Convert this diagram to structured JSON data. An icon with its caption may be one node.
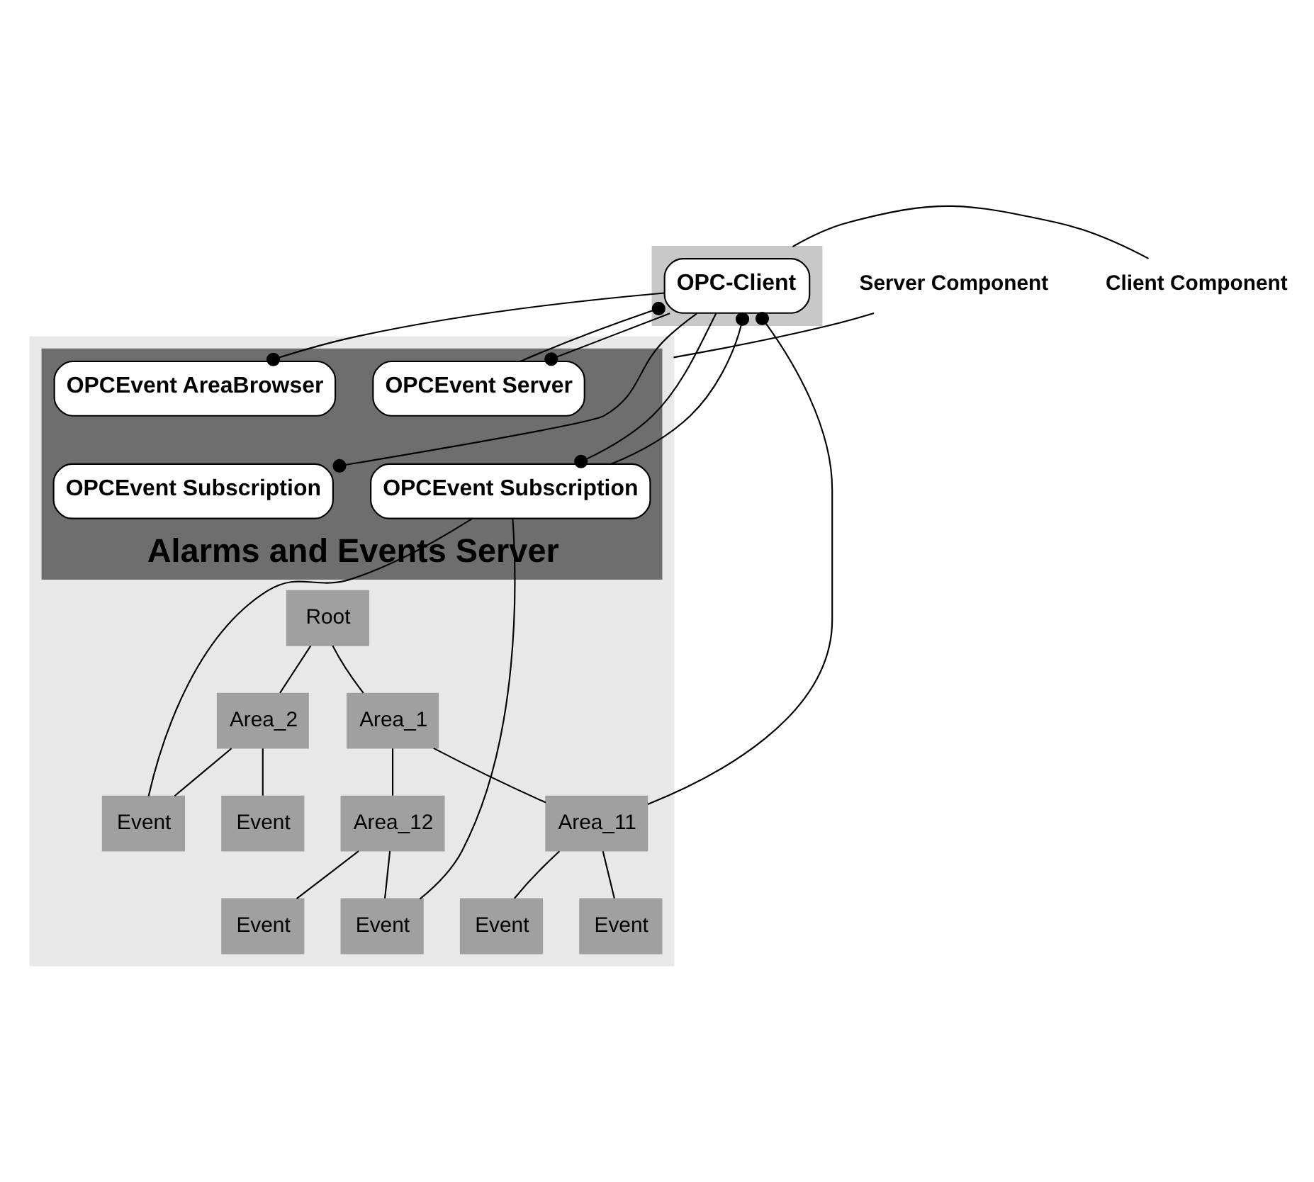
{
  "diagram": {
    "nodes": [
      {
        "text": [],
        "shape": "box"
      },
      {
        "text": [
          "OPC-Client"
        ],
        "in": 0
      },
      {
        "text": [],
        "shape": "box"
      },
      {
        "text": [
          "Alarms and Events Server"
        ],
        "in": 2
      },
      {
        "text": [
          "OPCEvent Server"
        ],
        "in": 3
      },
      {
        "text": [
          "OPCEvent AreaBrowser"
        ],
        "in": 3
      },
      {
        "text": [
          "OPCEvent Subscription"
        ],
        "in": 3
      },
      {
        "text": [
          "OPCEvent Subscription"
        ],
        "in": 3
      },
      {
        "text": [
          "Root"
        ],
        "in": 2
      },
      {
        "text": [
          "Area_1"
        ],
        "in": 2
      },
      {
        "text": [
          "Area_2"
        ],
        "in": 2
      },
      {
        "text": [
          "Area_11"
        ],
        "in": 2
      },
      {
        "text": [
          "Area_12"
        ],
        "in": 2
      },
      {
        "text": [
          "Event"
        ],
        "in": 2
      },
      {
        "text": [
          "Event"
        ],
        "in": 2
      },
      {
        "text": [
          "Event"
        ],
        "in": 2
      },
      {
        "text": [
          "Event"
        ],
        "in": 2
      },
      {
        "text": [
          "Event"
        ],
        "in": 2
      },
      {
        "text": [
          "Event"
        ],
        "in": 2
      },
      {
        "text": [
          "Client Component"
        ]
      },
      {
        "text": [
          "Server Component"
        ]
      }
    ],
    "edges": [
      {
        "from": 1,
        "to": 11,
        "arrow": "other"
      },
      {
        "from": 6,
        "to": 1,
        "arrow": "other"
      },
      {
        "from": 1,
        "to": 4,
        "arrow": "other"
      },
      {
        "from": 4,
        "to": 1,
        "arrow": "other"
      },
      {
        "from": 5,
        "to": 1,
        "arrow": "other"
      },
      {
        "from": 7,
        "to": 1,
        "arrow": "other"
      },
      {
        "from": 1,
        "to": 7,
        "arrow": "other"
      },
      {
        "from": 7,
        "to": 14,
        "arrow": "none"
      },
      {
        "from": 7,
        "to": 18,
        "arrow": "none"
      },
      {
        "from": 8,
        "to": 9,
        "arrow": "none"
      },
      {
        "from": 8,
        "to": 10,
        "arrow": "none"
      },
      {
        "from": 9,
        "to": 11,
        "arrow": "none"
      },
      {
        "from": 9,
        "to": 12,
        "arrow": "none"
      },
      {
        "from": 10,
        "to": 13,
        "arrow": "none"
      },
      {
        "from": 10,
        "to": 14,
        "arrow": "none"
      },
      {
        "from": 11,
        "to": 15,
        "arrow": "none"
      },
      {
        "from": 11,
        "to": 16,
        "arrow": "none"
      },
      {
        "from": 12,
        "to": 17,
        "arrow": "none"
      },
      {
        "from": 12,
        "to": 18,
        "arrow": "none"
      },
      {
        "from": 19,
        "to": 0,
        "arrow": "none"
      },
      {
        "from": 20,
        "to": 2,
        "arrow": "none"
      }
    ]
  }
}
